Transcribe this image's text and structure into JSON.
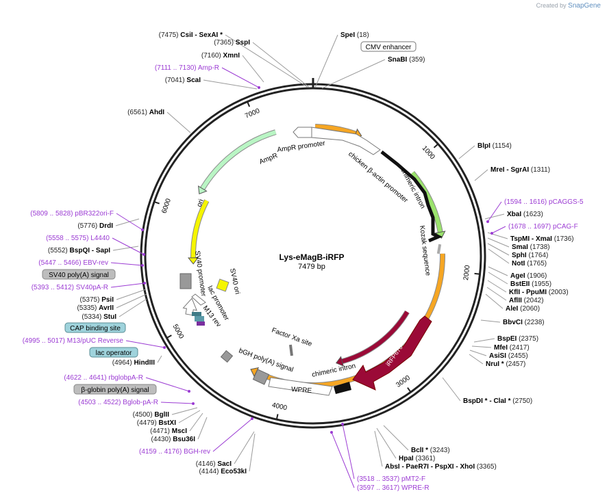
{
  "header": {
    "created_by": "Created by",
    "app": "SnapGene"
  },
  "plasmid": {
    "name": "Lys-eMagB-iRFP",
    "size_label": "7479 bp",
    "length": 7479
  },
  "ticks": [
    {
      "pos": 1000,
      "label": "1000"
    },
    {
      "pos": 2000,
      "label": "2000"
    },
    {
      "pos": 3000,
      "label": "3000"
    },
    {
      "pos": 4000,
      "label": "4000"
    },
    {
      "pos": 5000,
      "label": "5000"
    },
    {
      "pos": 6000,
      "label": "6000"
    },
    {
      "pos": 7000,
      "label": "7000"
    }
  ],
  "features": [
    {
      "name": "CMV enhancer",
      "start": 20,
      "end": 399,
      "color": "#f6a623",
      "r": 189,
      "dir": 1
    },
    {
      "name": "chimeric intron (5')",
      "start": 1040,
      "end": 1650,
      "color": "#9be36d",
      "r": 189,
      "dir": 1
    },
    {
      "name": "AmpR",
      "start": 6260,
      "end": 7130,
      "color": "#b9f5c4",
      "r": 189,
      "dir": -1
    },
    {
      "name": "ori",
      "start": 5590,
      "end": 6180,
      "color": "#f5f500",
      "r": 175,
      "dir": -1
    },
    {
      "name": "iRFP670",
      "start": 2510,
      "end": 3420,
      "color": "#9b0a37",
      "r": 160,
      "dir": 1
    },
    {
      "name": "WPRE band",
      "start": 1850,
      "end": 4280,
      "color": "#f6a623",
      "r": 189,
      "dir": 1
    }
  ],
  "inner_labels": {
    "ampr": "AmpR",
    "ampr_promoter": "AmpR promoter",
    "chicken_promoter": "chicken β-actin promoter",
    "chimeric_intron_top": "chimeric intron",
    "kozak": "Kozak sequence",
    "ori": "ori",
    "sv40_promoter": "SV40 promoter",
    "sv40_ori": "SV40 ori",
    "lac_promoter": "lac promoter",
    "m13_rev": "M13 rev",
    "factor_xa": "Factor Xa site",
    "bgh": "bGH poly(A) signal",
    "chimeric_intron_bottom": "chimeric intron",
    "wpre": "WPRE",
    "irfp670": "iRFP670"
  },
  "boxed_labels": {
    "cmv": "CMV enhancer",
    "sv40_polya": "SV40 poly(A) signal",
    "cap": "CAP binding site",
    "lac_operator": "lac operator",
    "betaglobin": "β-globin poly(A) signal"
  },
  "sites": [
    {
      "pos": "(7475)",
      "name": "CsiI",
      "extra": "- SexAI *"
    },
    {
      "pos": "(7365)",
      "name": "SspI",
      "extra": ""
    },
    {
      "pos": "(18)",
      "name": "SpeI",
      "extra": ""
    },
    {
      "pos": "(359)",
      "name": "SnaBI",
      "extra": ""
    },
    {
      "pos": "(7160)",
      "name": "XmnI",
      "extra": ""
    },
    {
      "pos": "(7041)",
      "name": "ScaI",
      "extra": ""
    },
    {
      "pos": "(6561)",
      "name": "AhdI",
      "extra": ""
    },
    {
      "pos": "(1154)",
      "name": "BlpI",
      "extra": ""
    },
    {
      "pos": "(1311)",
      "name": "MreI",
      "extra": "- SgrAI"
    },
    {
      "pos": "(1623)",
      "name": "XbaI",
      "extra": ""
    },
    {
      "pos": "(1736)",
      "name": "TspMI",
      "extra": "- XmaI"
    },
    {
      "pos": "(1738)",
      "name": "SmaI",
      "extra": ""
    },
    {
      "pos": "(1764)",
      "name": "SphI",
      "extra": ""
    },
    {
      "pos": "(1765)",
      "name": "NotI",
      "extra": ""
    },
    {
      "pos": "(1906)",
      "name": "AgeI",
      "extra": ""
    },
    {
      "pos": "(1955)",
      "name": "BstEII",
      "extra": ""
    },
    {
      "pos": "(2003)",
      "name": "KflI",
      "extra": "- PpuMI"
    },
    {
      "pos": "(2042)",
      "name": "AflII",
      "extra": ""
    },
    {
      "pos": "(2060)",
      "name": "AleI",
      "extra": ""
    },
    {
      "pos": "(2238)",
      "name": "BbvCI",
      "extra": ""
    },
    {
      "pos": "(2375)",
      "name": "BspEI",
      "extra": ""
    },
    {
      "pos": "(2417)",
      "name": "MfeI",
      "extra": ""
    },
    {
      "pos": "(2455)",
      "name": "AsiSI",
      "extra": ""
    },
    {
      "pos": "(2457)",
      "name": "NruI *",
      "extra": ""
    },
    {
      "pos": "(2750)",
      "name": "BspDI *",
      "extra": "- ClaI *"
    },
    {
      "pos": "(3243)",
      "name": "BclI *",
      "extra": ""
    },
    {
      "pos": "(3361)",
      "name": "HpaI",
      "extra": ""
    },
    {
      "pos": "(3365)",
      "name": "AbsI",
      "extra": "- PaeR7I - PspXI - XhoI"
    },
    {
      "pos": "(5776)",
      "name": "DrdI",
      "extra": ""
    },
    {
      "pos": "(5552)",
      "name": "BspQI",
      "extra": "- SapI"
    },
    {
      "pos": "(5375)",
      "name": "PsiI",
      "extra": ""
    },
    {
      "pos": "(5335)",
      "name": "AvrII",
      "extra": ""
    },
    {
      "pos": "(5334)",
      "name": "StuI",
      "extra": ""
    },
    {
      "pos": "(4964)",
      "name": "HindIII",
      "extra": ""
    },
    {
      "pos": "(4500)",
      "name": "BglII",
      "extra": ""
    },
    {
      "pos": "(4479)",
      "name": "BstXI",
      "extra": ""
    },
    {
      "pos": "(4471)",
      "name": "MscI",
      "extra": ""
    },
    {
      "pos": "(4430)",
      "name": "Bsu36I",
      "extra": ""
    },
    {
      "pos": "(4146)",
      "name": "SacI",
      "extra": ""
    },
    {
      "pos": "(4144)",
      "name": "Eco53kI",
      "extra": ""
    }
  ],
  "primers": [
    {
      "range": "(7111 .. 7130)",
      "name": "Amp-R"
    },
    {
      "range": "(1594 .. 1616)",
      "name": "pCAGGS-5"
    },
    {
      "range": "(1678 .. 1697)",
      "name": "pCAG-F"
    },
    {
      "range": "(5809 .. 5828)",
      "name": "pBR322ori-F"
    },
    {
      "range": "(5558 .. 5575)",
      "name": "L4440"
    },
    {
      "range": "(5447 .. 5466)",
      "name": "EBV-rev"
    },
    {
      "range": "(5393 .. 5412)",
      "name": "SV40pA-R"
    },
    {
      "range": "(4995 .. 5017)",
      "name": "M13/pUC Reverse"
    },
    {
      "range": "(4622 .. 4641)",
      "name": "rbglobpA-R"
    },
    {
      "range": "(4503 .. 4522)",
      "name": "Bglob-pA-R"
    },
    {
      "range": "(4159 .. 4176)",
      "name": "BGH-rev"
    },
    {
      "range": "(3518 .. 3537)",
      "name": "pMT2-F"
    },
    {
      "range": "(3597 .. 3617)",
      "name": "WPRE-R"
    }
  ]
}
